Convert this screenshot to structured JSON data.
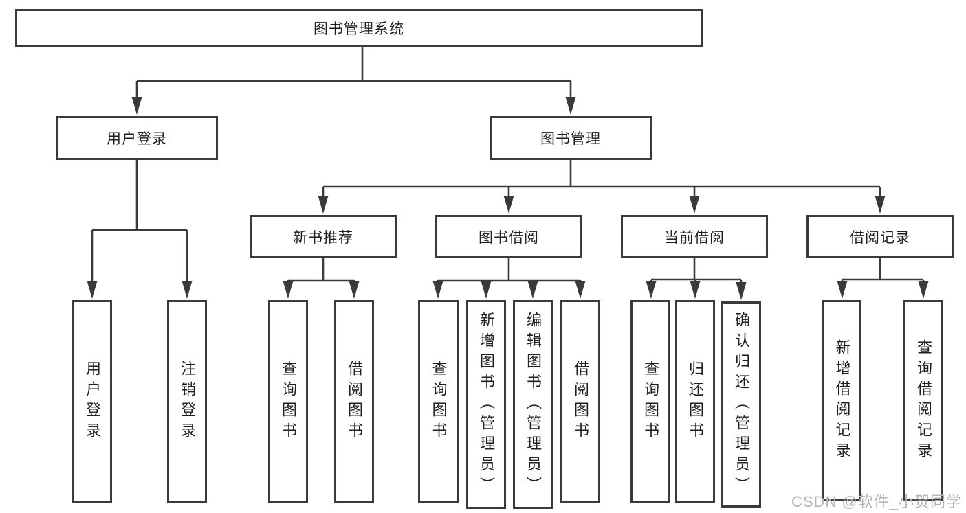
{
  "tree": {
    "root": {
      "label": "图书管理系统"
    },
    "user_login": {
      "label": "用户登录",
      "children": [
        {
          "label": "用户登录"
        },
        {
          "label": "注销登录"
        }
      ]
    },
    "book_management": {
      "label": "图书管理",
      "children": [
        {
          "label": "新书推荐",
          "children": [
            {
              "label": "查询图书"
            },
            {
              "label": "借阅图书"
            }
          ]
        },
        {
          "label": "图书借阅",
          "children": [
            {
              "label": "查询图书"
            },
            {
              "label": "新增图书（管理员）"
            },
            {
              "label": "编辑图书（管理员）"
            },
            {
              "label": "借阅图书"
            }
          ]
        },
        {
          "label": "当前借阅",
          "children": [
            {
              "label": "查询图书"
            },
            {
              "label": "归还图书"
            },
            {
              "label": "确认归还（管理员）"
            }
          ]
        },
        {
          "label": "借阅记录",
          "children": [
            {
              "label": "新增借阅记录"
            },
            {
              "label": "查询借阅记录"
            }
          ]
        }
      ]
    }
  },
  "watermark": {
    "text": "CSDN @软件_小贺同学"
  },
  "colors": {
    "line": "#3a3a3a",
    "border": "#3a3a3a",
    "text": "#1f1f1f",
    "watermark": "#b5b5b5",
    "background": "#ffffff"
  }
}
